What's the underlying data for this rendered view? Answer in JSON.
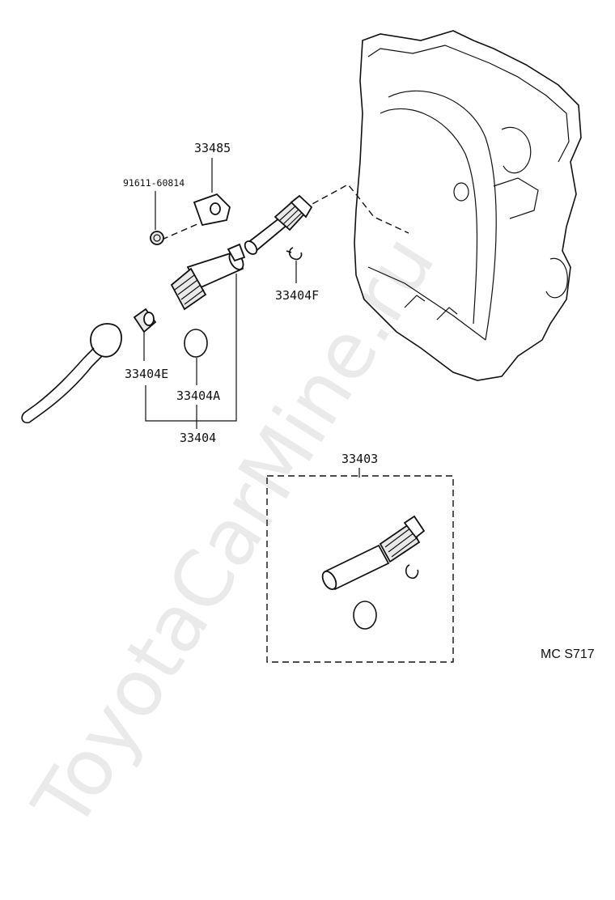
{
  "labels": {
    "part_33485": "33485",
    "part_91611": "91611-60814",
    "part_33404F": "33404F",
    "part_33404E": "33404E",
    "part_33404A": "33404A",
    "part_33404": "33404",
    "part_33403": "33403"
  },
  "diagram_code": "MC S717",
  "watermark": "ToyotaCarMine.ru"
}
